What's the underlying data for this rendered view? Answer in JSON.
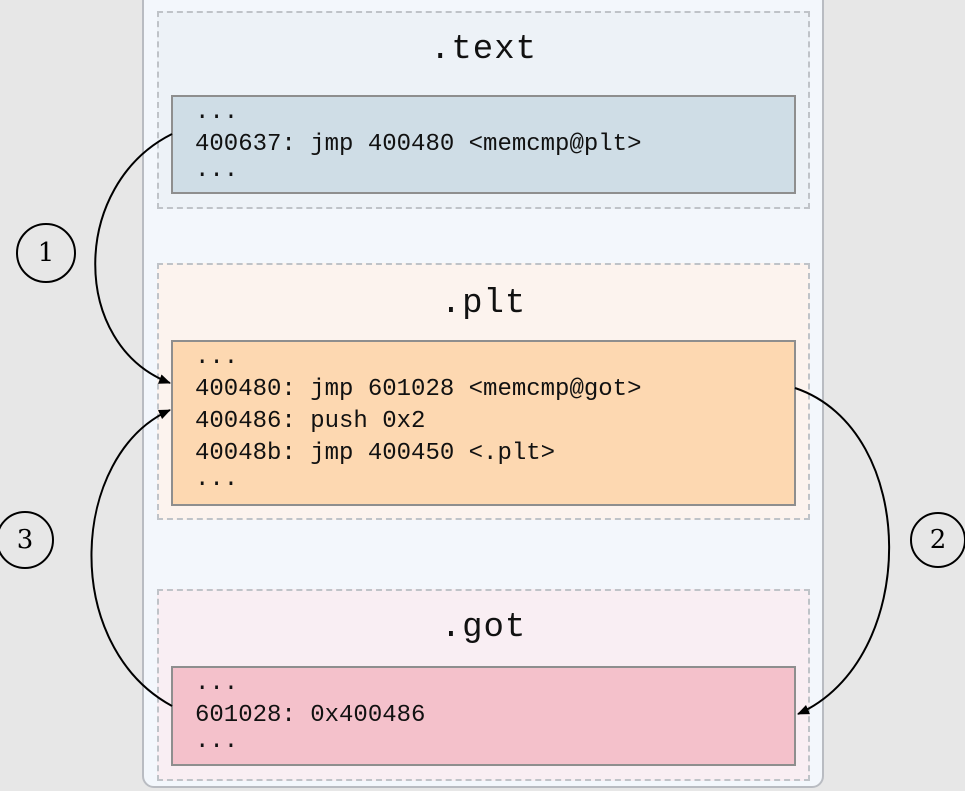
{
  "sections": {
    "text": {
      "title": ".text",
      "lines": [
        "...",
        "400637: jmp 400480 <memcmp@plt>",
        "..."
      ]
    },
    "plt": {
      "title": ".plt",
      "lines": [
        "...",
        "400480: jmp 601028 <memcmp@got>",
        "400486: push 0x2",
        "40048b: jmp 400450 <.plt>",
        "..."
      ]
    },
    "got": {
      "title": ".got",
      "lines": [
        "...",
        "601028: 0x400486",
        "..."
      ]
    }
  },
  "steps": [
    "1",
    "2",
    "3"
  ],
  "colors": {
    "background": "#e7e7e7",
    "outer_panel": "#f3f7fc",
    "text_code_box": "#cfdde6",
    "plt_code_box": "#fdd8b1",
    "got_code_box": "#f4c1cb",
    "arrow": "#000000"
  }
}
